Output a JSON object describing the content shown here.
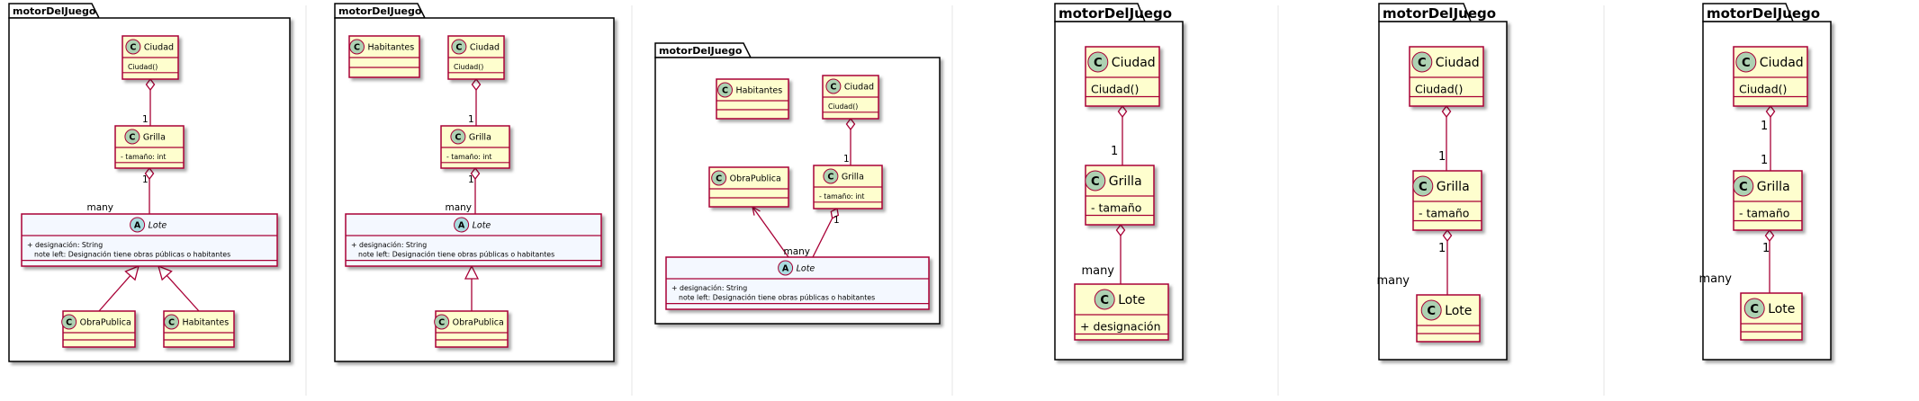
{
  "colors": {
    "border": "#a80036",
    "class_fill": "#fefece",
    "abstract_fill": "#f4f8ff",
    "ui_fill": "#f7fbff",
    "circle_c": "#add1b2",
    "circle_a": "#a9dcdf",
    "package_fill": "#ffffff",
    "separator": "#e6e6e6",
    "text": "#000000"
  },
  "diagrams": [
    {
      "package": "motorDelJuego",
      "classes": [
        {
          "id": "ciudad",
          "name": "Ciudad",
          "members": [
            "Ciudad()"
          ]
        },
        {
          "id": "grilla",
          "name": "Grilla",
          "members": [
            "- tamaño: int"
          ]
        },
        {
          "id": "lote",
          "name": "Lote",
          "abstract": true,
          "members": [
            "+ designación: String",
            "note left: Designación tiene obras públicas o habitantes"
          ]
        },
        {
          "id": "obra",
          "name": "ObraPublica",
          "members": []
        },
        {
          "id": "hab",
          "name": "Habitantes",
          "members": []
        }
      ],
      "labels": [
        "1",
        "1",
        "many"
      ]
    },
    {
      "package": "motorDelJuego",
      "classes": [
        {
          "id": "hab",
          "name": "Habitantes",
          "members": []
        },
        {
          "id": "ciudad",
          "name": "Ciudad",
          "members": [
            "Ciudad()"
          ]
        },
        {
          "id": "grilla",
          "name": "Grilla",
          "members": [
            "- tamaño: int"
          ]
        },
        {
          "id": "lote",
          "name": "Lote",
          "abstract": true,
          "members": [
            "+ designación: String",
            "note left: Designación tiene obras públicas o habitantes"
          ]
        },
        {
          "id": "obra",
          "name": "ObraPublica",
          "members": []
        }
      ],
      "labels": [
        "1",
        "1",
        "many"
      ]
    },
    {
      "package": "motorDelJuego",
      "classes": [
        {
          "id": "hab",
          "name": "Habitantes",
          "members": []
        },
        {
          "id": "ciudad",
          "name": "Ciudad",
          "members": [
            "Ciudad()"
          ]
        },
        {
          "id": "obra",
          "name": "ObraPublica",
          "members": []
        },
        {
          "id": "grilla",
          "name": "Grilla",
          "members": [
            "- tamaño: int"
          ]
        },
        {
          "id": "lote",
          "name": "Lote",
          "abstract": true,
          "members": [
            "+ designación: String",
            "note left: Designación tiene obras públicas o habitantes"
          ]
        }
      ],
      "labels": [
        "1",
        "1",
        "many"
      ]
    },
    {
      "package": "motorDelJuego",
      "classes": [
        {
          "id": "ciudad",
          "name": "Ciudad",
          "members": [
            "Ciudad()"
          ]
        },
        {
          "id": "grilla",
          "name": "Grilla",
          "members": [
            "- tamaño"
          ]
        },
        {
          "id": "lote",
          "name": "Lote",
          "members": [
            "+ designación"
          ]
        }
      ],
      "labels": [
        "1",
        "many"
      ]
    },
    {
      "package": "motorDelJuego",
      "classes": [
        {
          "id": "ciudad",
          "name": "Ciudad",
          "members": [
            "Ciudad()"
          ]
        },
        {
          "id": "grilla",
          "name": "Grilla",
          "members": [
            "- tamaño"
          ]
        },
        {
          "id": "lote",
          "name": "Lote",
          "members": []
        }
      ],
      "labels": [
        "1",
        "1",
        "many"
      ]
    },
    {
      "package": "motorDelJuego",
      "classes": [
        {
          "id": "ciudad",
          "name": "Ciudad",
          "members": [
            "Ciudad()"
          ]
        },
        {
          "id": "grilla",
          "name": "Grilla",
          "members": [
            "- tamaño"
          ]
        },
        {
          "id": "lote",
          "name": "Lote",
          "members": []
        }
      ],
      "labels": [
        "1",
        "1",
        "1",
        "many"
      ]
    }
  ]
}
